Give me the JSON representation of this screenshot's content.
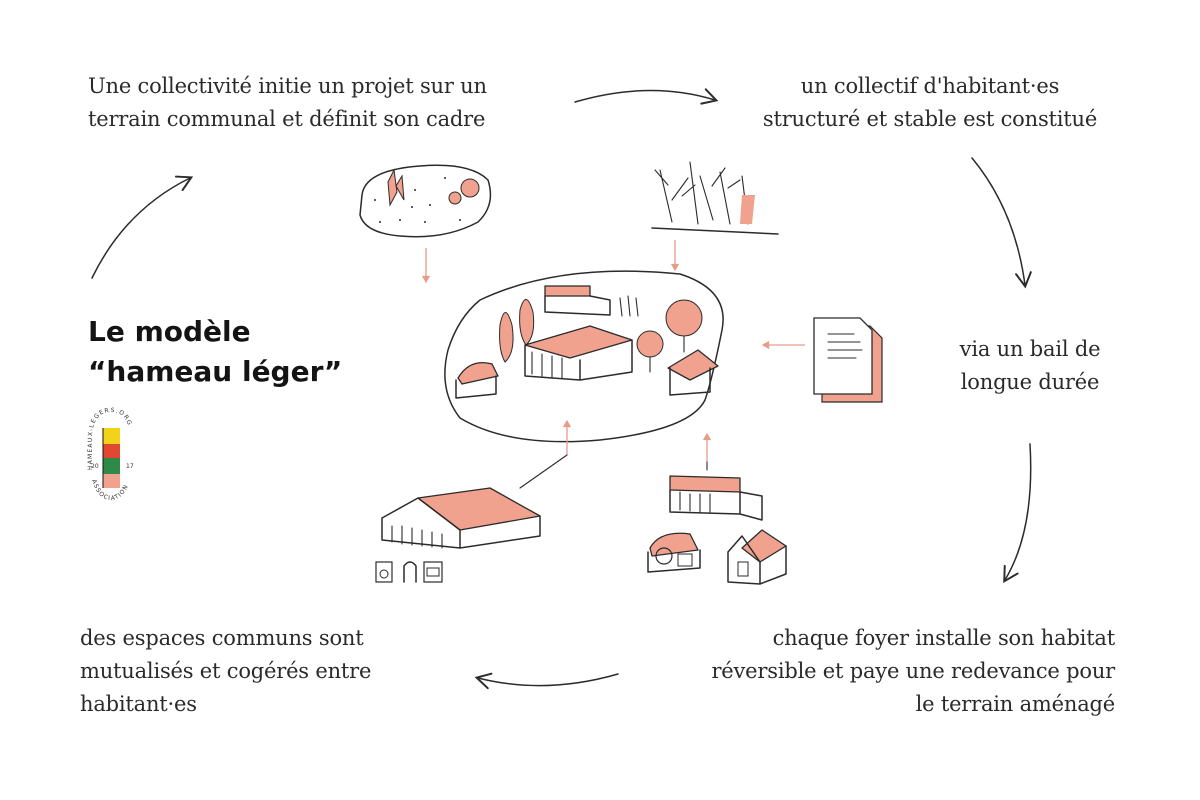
{
  "title": {
    "line1": "Le modèle",
    "line2": "“hameau léger”"
  },
  "steps": {
    "s1": {
      "line1": "Une collectivité initie un projet sur un",
      "line2": "terrain communal et définit son cadre"
    },
    "s2": {
      "line1": "un collectif d'habitant·es",
      "line2": "structuré et stable est constitué"
    },
    "s3": {
      "line1": "via un bail de",
      "line2": "longue durée"
    },
    "s4": {
      "line1": "chaque foyer installe son habitat",
      "line2": "réversible et paye une redevance pour",
      "line3": "le terrain aménagé"
    },
    "s5": {
      "line1": "des espaces communs sont",
      "line2": "mutualisés et cogérés entre",
      "line3": "habitant·es"
    }
  },
  "logo": {
    "top_text": "HAMEAUX-LEGERS.ORG",
    "bottom_text": "ASSOCIATION",
    "left_num": "20",
    "right_num": "17"
  },
  "colors": {
    "accent": "#f0a28f",
    "ink": "#2b2b2b",
    "logo_yellow": "#f3d21a",
    "logo_red": "#e0492f",
    "logo_green": "#2f8a4a",
    "logo_pink": "#f0a28f"
  }
}
